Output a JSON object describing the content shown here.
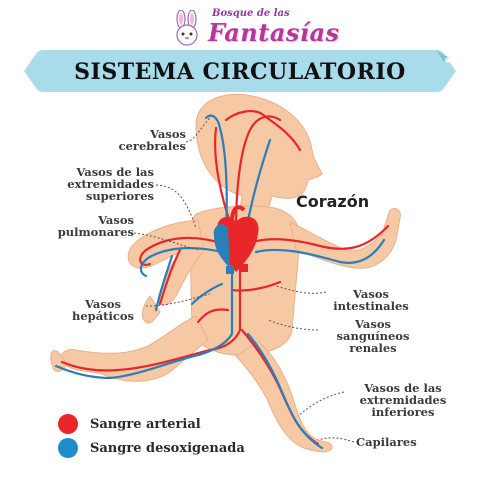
{
  "logo": {
    "line1": "Bosque de las",
    "line2": "Fantasías"
  },
  "title": "SISTEMA CIRCULATORIO",
  "labels": {
    "vasos_cerebrales": "Vasos\ncerebrales",
    "vasos_extremidades_superiores": "Vasos de las\nextremidades\nsuperiores",
    "vasos_pulmonares": "Vasos\npulmonares",
    "vasos_hepaticos": "Vasos\nhepáticos",
    "corazon": "Corazón",
    "vasos_intestinales": "Vasos\nintestinales",
    "vasos_sanguineos_renales": "Vasos\nsanguíneos\nrenales",
    "vasos_extremidades_inferiores": "Vasos de las\nextremidades\ninferiores",
    "capilares": "Capilares"
  },
  "legend": [
    {
      "label": "Sangre arterial",
      "color": "#e8262a"
    },
    {
      "label": "Sangre desoxigenada",
      "color": "#1f8dc9"
    }
  ],
  "colors": {
    "arterial": "#e8262a",
    "venous": "#2a7fb8",
    "skin": "#f6c9a4",
    "banner": "#a9dcea"
  }
}
